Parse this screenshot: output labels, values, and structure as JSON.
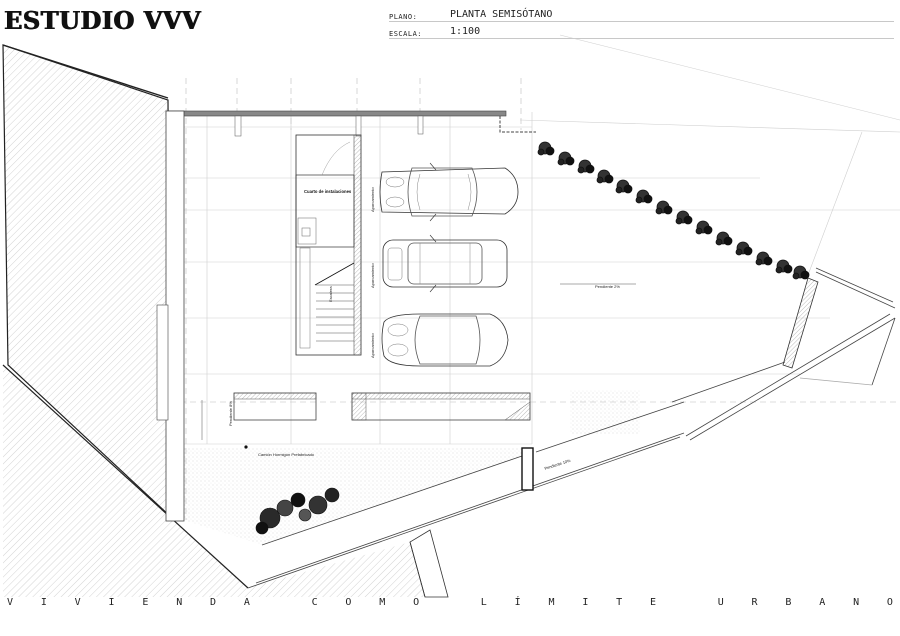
{
  "header": {
    "studio": "ESTUDIO VVV",
    "plano_label": "PLANO:",
    "plano_value": "PLANTA SEMISÓTANO",
    "escala_label": "ESCALA:",
    "escala_value": "1:100"
  },
  "plan_labels": {
    "cuarto": "Cuarto de instalaciones",
    "escalera": "Escalera",
    "aparcamiento_1": "Aparcamiento",
    "aparcamiento_2": "Aparcamiento",
    "aparcamiento_3": "Aparcamiento",
    "pendiente_1": "Pendiente 2%",
    "pendiente_2": "Pendiente 8%",
    "pendiente_3": "Pendiente 10%",
    "camion": "Camión Hormigón Prefabricado"
  },
  "footer": {
    "letters": [
      "V",
      "I",
      "V",
      "I",
      "E",
      "N",
      "D",
      "A",
      "",
      "C",
      "O",
      "M",
      "O",
      "",
      "L",
      "Í",
      "M",
      "I",
      "T",
      "E",
      "",
      "U",
      "R",
      "B",
      "A",
      "N",
      "O"
    ]
  },
  "colors": {
    "ink": "#111111",
    "line": "#cccccc",
    "hatch": "#9a9a9a",
    "wall": "#888888"
  }
}
